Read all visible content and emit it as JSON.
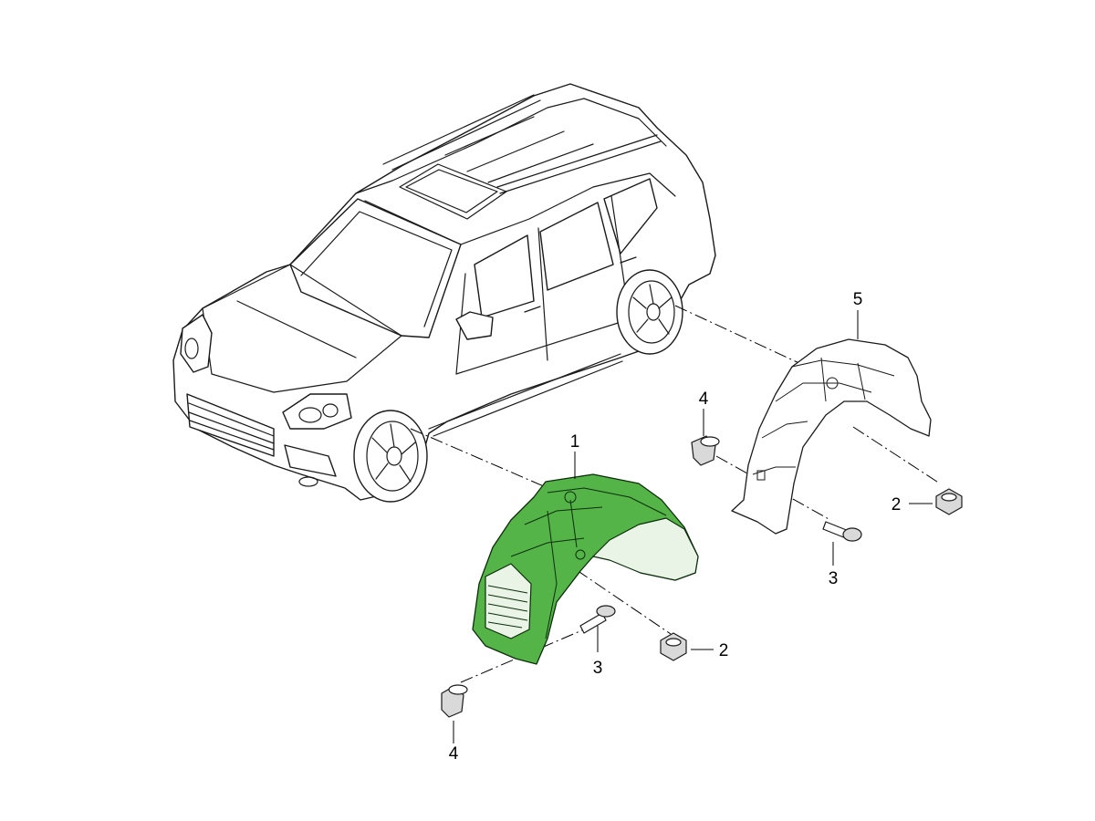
{
  "callouts": {
    "front_liner": "1",
    "front_nut": "2",
    "front_screw": "3",
    "front_clip": "4",
    "rear_nut": "2",
    "rear_screw": "3",
    "rear_clip": "4",
    "rear_liner": "5"
  },
  "colors": {
    "highlight": "#55b447",
    "highlight_outline": "#0b2e0b",
    "line": "#1a1a1a",
    "background": "#ffffff"
  }
}
